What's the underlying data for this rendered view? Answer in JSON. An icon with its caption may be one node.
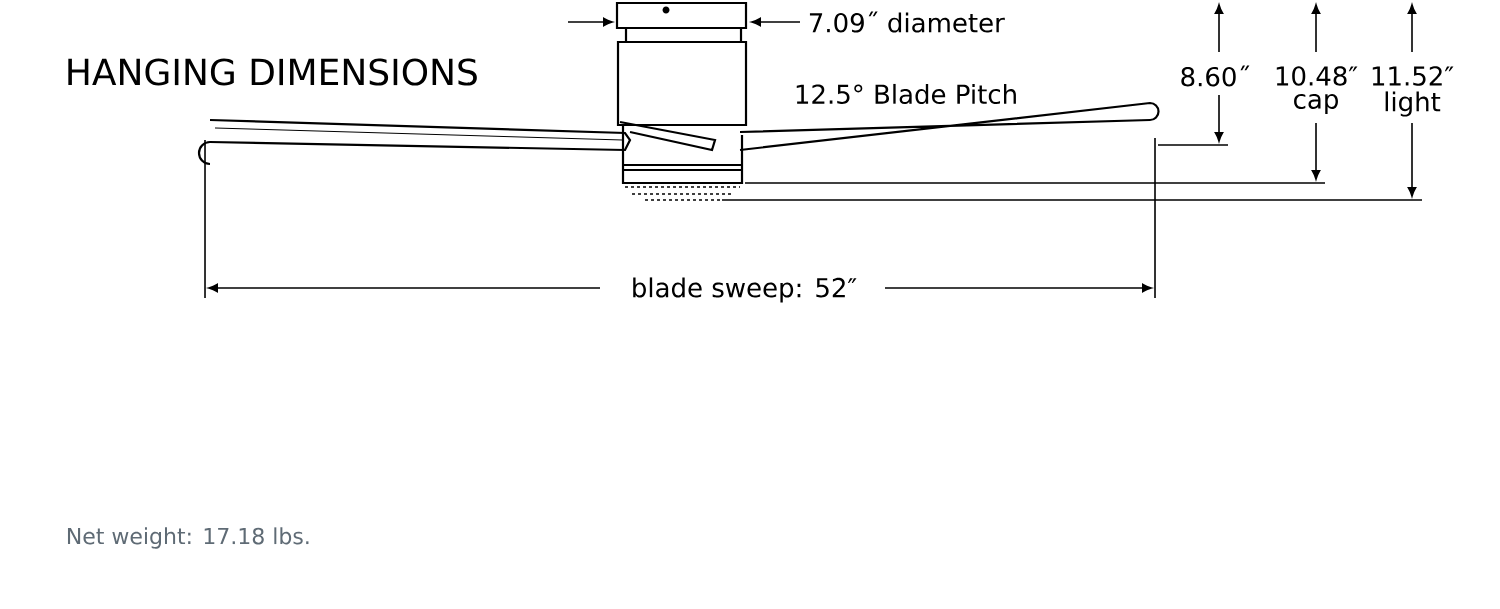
{
  "diagram": {
    "title": "HANGING DIMENSIONS",
    "labels": [
      "7.09˝ diameter",
      "12.5° Blade Pitch",
      "8.60˝",
      "10.48″",
      "cap",
      "11.52″",
      "light",
      "blade sweep: 52″",
      "Net weight: 17.18 lbs."
    ]
  }
}
